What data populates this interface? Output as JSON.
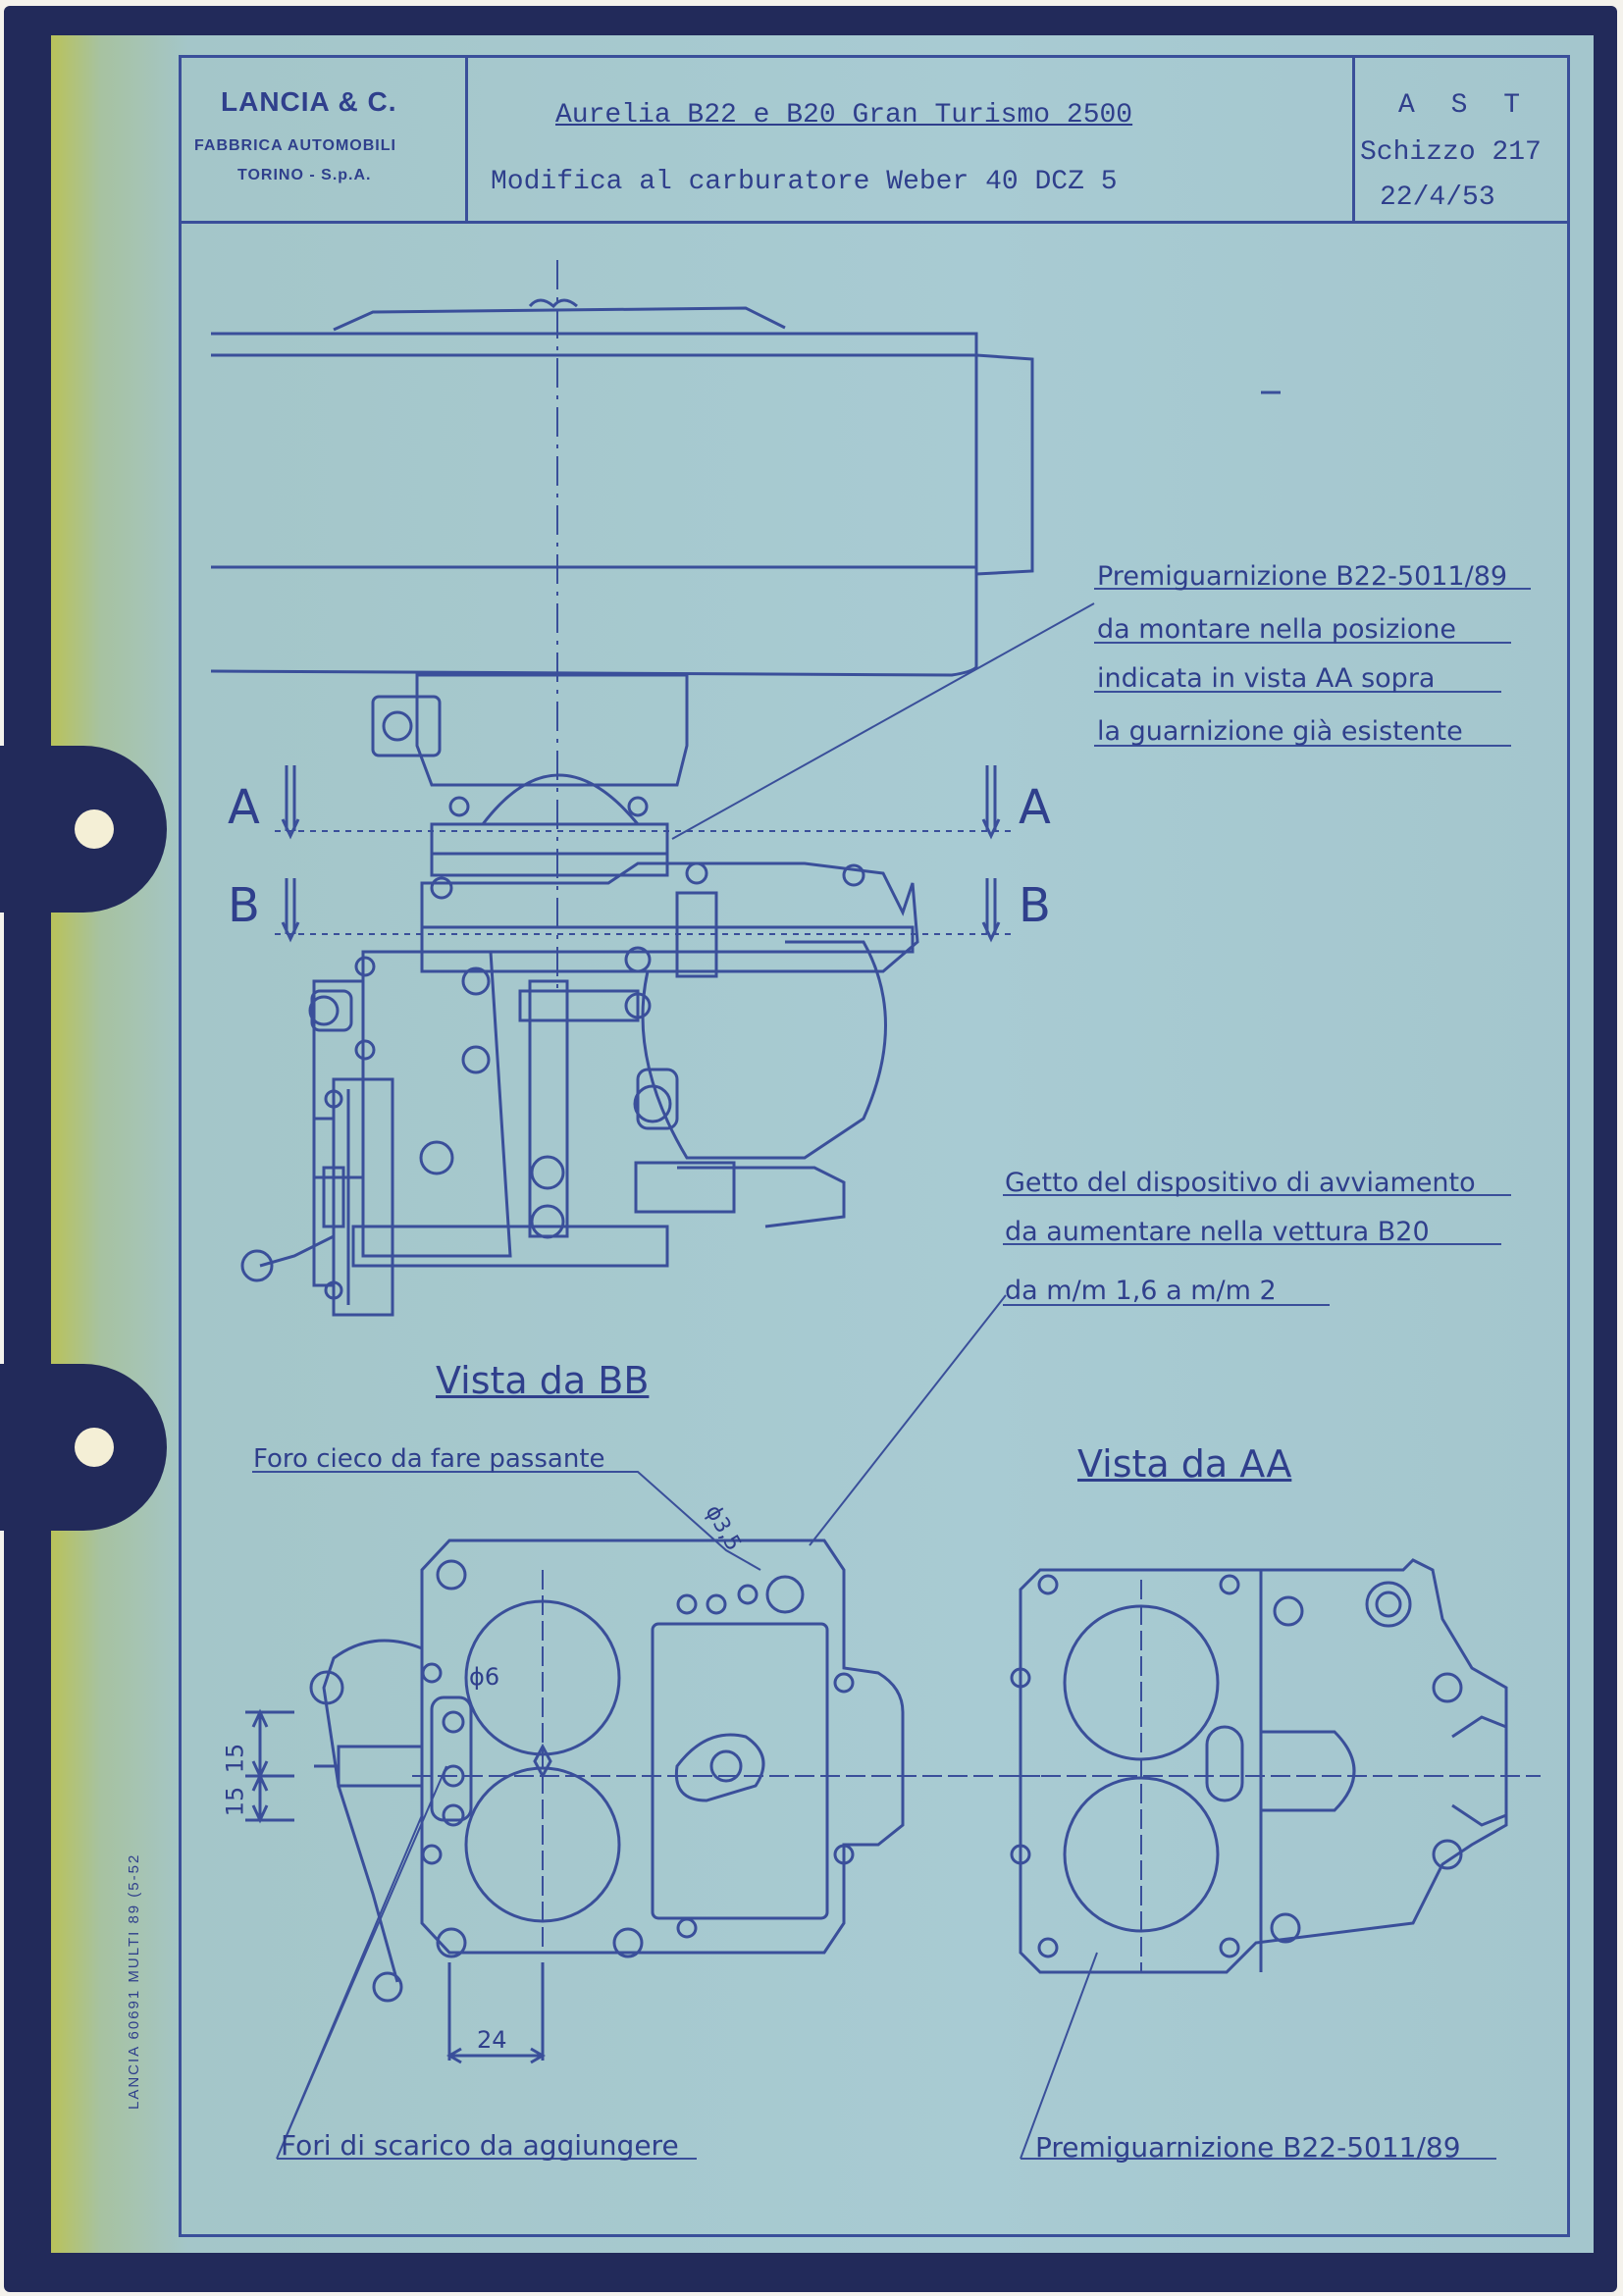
{
  "title_block": {
    "company": "LANCIA & C.",
    "company_line2": "FABBRICA AUTOMOBILI",
    "company_line3": "TORINO - S.p.A.",
    "title_line1": "Aurelia B22 e B20 Gran Turismo 2500",
    "title_line2": "Modifica al carburatore Weber 40 DCZ 5",
    "dept": "A S T",
    "sketch_number": "Schizzo 217",
    "date": "22/4/53"
  },
  "side_print": "LANCIA 60691 MULTI 89 (5-52",
  "annotations": {
    "gasket_note": [
      "Premiguarnizione B22-5011/89",
      "da montare nella posizione",
      "indicata in vista AA sopra",
      "la guarnizione già esistente"
    ],
    "jet_note": [
      "Getto del dispositivo di avviamento",
      "da aumentare nella vettura B20",
      "da m/m 1,6 a m/m 2"
    ],
    "section_a": "A",
    "section_b": "B",
    "view_bb": "Vista da BB",
    "view_aa": "Vista da AA",
    "blind_hole_note": "Foro cieco da fare passante",
    "dia_35": "ϕ3,5",
    "dia_6": "ϕ6",
    "dim_15": "15",
    "dim_24": "24",
    "drain_holes_note": "Fori di scarico da aggiungere",
    "gasket_label": "Premiguarnizione   B22-5011/89"
  },
  "colors": {
    "paper": "#a8cbd3",
    "ink": "#2f3f8c",
    "binder": "#222a5a"
  }
}
